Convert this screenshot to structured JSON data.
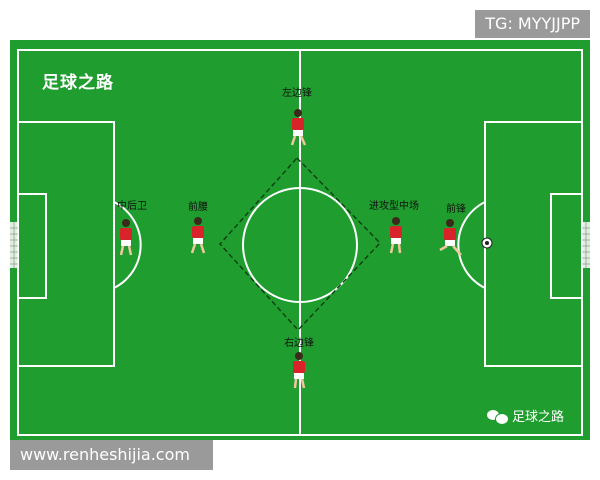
{
  "watermark_top": "TG: MYYJJPP",
  "watermark_bottom": "www.renheshijia.com",
  "diagram": {
    "title": "足球之路",
    "brand": "足球之路",
    "colors": {
      "pitch": "#1f9d2e",
      "lines": "#ffffff",
      "shirt": "#d9232b",
      "shorts": "#ffffff"
    },
    "players": [
      {
        "label": "左边锋",
        "icon": "player-icon"
      },
      {
        "label": "中后卫",
        "icon": "player-icon"
      },
      {
        "label": "前腰",
        "icon": "player-icon"
      },
      {
        "label": "进攻型中场",
        "icon": "player-icon"
      },
      {
        "label": "前锋",
        "icon": "player-icon"
      },
      {
        "label": "右边锋",
        "icon": "player-icon"
      }
    ]
  }
}
